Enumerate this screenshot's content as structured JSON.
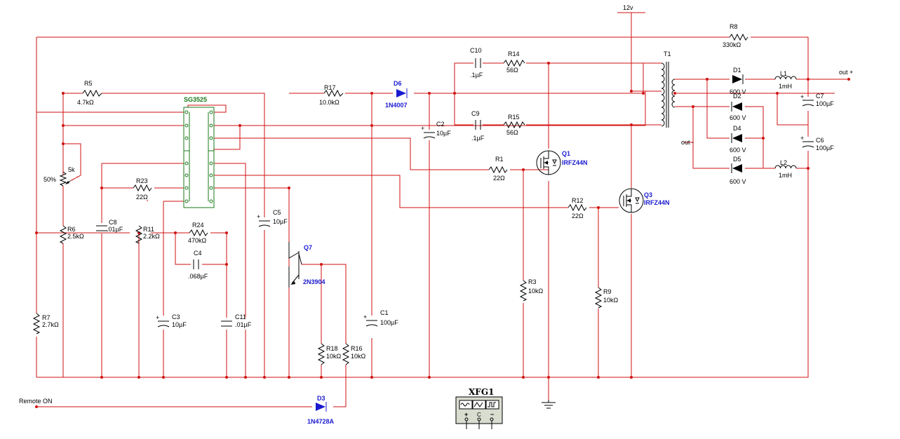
{
  "supply": {
    "label": "12v"
  },
  "nets": {
    "out_plus": "out +",
    "out_minus": "out -",
    "remote_on": "Remote ON"
  },
  "ic": {
    "ref": "SG3525"
  },
  "resistors": [
    {
      "ref": "R5",
      "value": "4.7kΩ"
    },
    {
      "ref": "R17",
      "value": "10.0kΩ"
    },
    {
      "ref": "R14",
      "value": "56Ω"
    },
    {
      "ref": "R15",
      "value": "56Ω"
    },
    {
      "ref": "R8",
      "value": "330kΩ"
    },
    {
      "ref": "R1",
      "value": "22Ω"
    },
    {
      "ref": "R12",
      "value": "22Ω"
    },
    {
      "ref": "R23",
      "value": "22Ω"
    },
    {
      "ref": "R24",
      "value": "470kΩ"
    },
    {
      "ref": "R6",
      "value": "2.5kΩ"
    },
    {
      "ref": "R11",
      "value": "2.2kΩ"
    },
    {
      "ref": "R7",
      "value": "2.7kΩ"
    },
    {
      "ref": "R3",
      "value": "10kΩ"
    },
    {
      "ref": "R9",
      "value": "10kΩ"
    },
    {
      "ref": "R18",
      "value": "10kΩ"
    },
    {
      "ref": "R16",
      "value": "10kΩ"
    }
  ],
  "potentiometer": {
    "value": "5k",
    "setting": "50%"
  },
  "capacitors": [
    {
      "ref": "C10",
      "value": ".1µF"
    },
    {
      "ref": "C9",
      "value": ".1µF"
    },
    {
      "ref": "C2",
      "value": "10µF"
    },
    {
      "ref": "C5",
      "value": "10µF"
    },
    {
      "ref": "C8",
      "value": ".01µF"
    },
    {
      "ref": "C4",
      "value": ".068µF"
    },
    {
      "ref": "C3",
      "value": "10µF"
    },
    {
      "ref": "C11",
      "value": ".01µF"
    },
    {
      "ref": "C1",
      "value": "100µF"
    },
    {
      "ref": "C7",
      "value": "100µF"
    },
    {
      "ref": "C6",
      "value": "100µF"
    }
  ],
  "diodes": [
    {
      "ref": "D6",
      "value": "1N4007"
    },
    {
      "ref": "D3",
      "value": "1N4728A"
    },
    {
      "ref": "D1",
      "value": "600 V"
    },
    {
      "ref": "D2",
      "value": "600 V"
    },
    {
      "ref": "D4",
      "value": "600 V"
    },
    {
      "ref": "D5",
      "value": "600 V"
    }
  ],
  "inductors": [
    {
      "ref": "L1",
      "value": "1mH"
    },
    {
      "ref": "L2",
      "value": "1mH"
    }
  ],
  "transformer": {
    "ref": "T1"
  },
  "mosfets": [
    {
      "ref": "Q1",
      "value": "IRFZ44N"
    },
    {
      "ref": "Q3",
      "value": "IRFZ44N"
    }
  ],
  "bjt": {
    "ref": "Q7",
    "value": "2N3904"
  },
  "function_generator": {
    "ref": "XFG1"
  },
  "colors": {
    "wire": "#d01010",
    "component": "#000000",
    "active_device": "#1a1ad0",
    "ic": "#1a7a1a"
  }
}
